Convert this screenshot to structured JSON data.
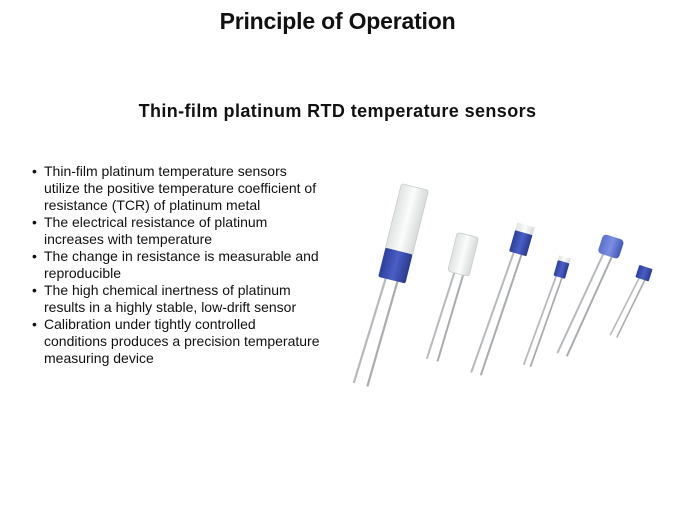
{
  "slide": {
    "title": "Principle of Operation",
    "subtitle": "Thin-film platinum RTD temperature sensors"
  },
  "bullets": [
    "Thin-film platinum temperature sensors utilize the positive temperature coefficient of resistance (TCR) of platinum metal",
    "The electrical resistance of platinum increases with temperature",
    "The change in resistance is measurable and reproducible",
    "The high chemical inertness of platinum results in a highly stable, low-drift sensor",
    "Calibration under tightly controlled conditions produces a precision temperature measuring device"
  ],
  "colors": {
    "sensor_blue": "#3a4fb0",
    "sensor_white": "#f1f3f2",
    "lead_wire": "#b9bcbe"
  }
}
